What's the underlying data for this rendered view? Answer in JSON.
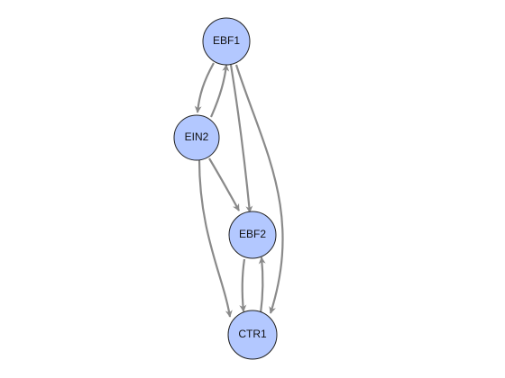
{
  "graph": {
    "node_fill": "#b3c8ff",
    "node_stroke": "#222222",
    "edge_color": "#8a8a8a",
    "nodes": [
      {
        "id": "EBF1",
        "label": "EBF1"
      },
      {
        "id": "EIN2",
        "label": "EIN2"
      },
      {
        "id": "EBF2",
        "label": "EBF2"
      },
      {
        "id": "CTR1",
        "label": "CTR1"
      }
    ],
    "edges": [
      {
        "from": "EBF1",
        "to": "EIN2"
      },
      {
        "from": "EIN2",
        "to": "EBF1"
      },
      {
        "from": "EBF1",
        "to": "EBF2"
      },
      {
        "from": "EBF1",
        "to": "CTR1"
      },
      {
        "from": "EIN2",
        "to": "EBF2"
      },
      {
        "from": "EIN2",
        "to": "CTR1"
      },
      {
        "from": "EBF2",
        "to": "CTR1"
      },
      {
        "from": "CTR1",
        "to": "EBF2"
      }
    ]
  }
}
